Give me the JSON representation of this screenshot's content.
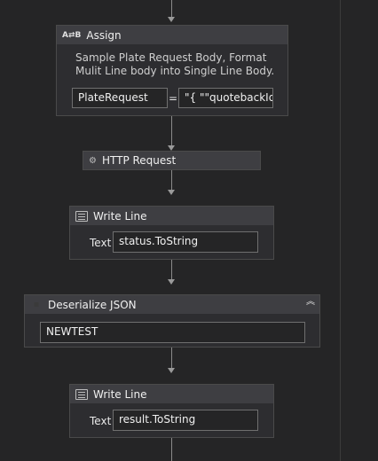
{
  "assign": {
    "title": "Assign",
    "icon": "assign-icon",
    "description": "Sample Plate Request Body, Format Mulit Line body into Single Line Body.",
    "to_value": "PlateRequest",
    "equals": "=",
    "value": "\"{ \"\"quotebackId\"\""
  },
  "http": {
    "title": "HTTP Request",
    "icon": "http-request-icon"
  },
  "write_line_1": {
    "title": "Write Line",
    "icon": "write-line-icon",
    "text_label": "Text",
    "text_value": "status.ToString"
  },
  "deserialize": {
    "title": "Deserialize JSON",
    "icon": "json-icon",
    "collapse_icon": "collapse-up-icon",
    "value": "NEWTEST"
  },
  "write_line_2": {
    "title": "Write Line",
    "icon": "write-line-icon",
    "text_label": "Text",
    "text_value": "result.ToString"
  }
}
